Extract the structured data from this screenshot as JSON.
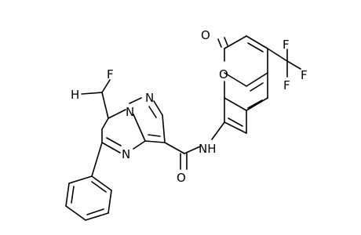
{
  "molecule": {
    "atoms": {
      "carbonyl_O_top": "O",
      "lactone_O": "O",
      "cf3_F_top": "F",
      "cf3_F_mid": "F",
      "cf3_F_bottom": "F",
      "chf2_F": "F",
      "chf2_H": "H",
      "pyrazole_N1": "N",
      "bridge_N": "N",
      "pyrimidine_N": "N",
      "amide_NH": "NH",
      "amide_O": "O"
    }
  }
}
